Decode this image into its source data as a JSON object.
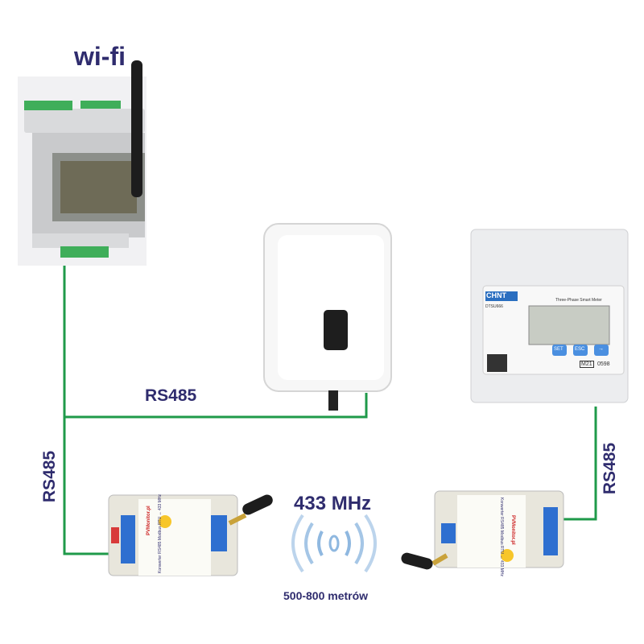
{
  "labels": {
    "wifi": "wi-fi",
    "rs485_inverter": "RS485",
    "rs485_left": "RS485",
    "rs485_right": "RS485",
    "frequency": "433 MHz",
    "range": "500-800 metrów"
  },
  "meter": {
    "brand": "CHNT",
    "model": "DTSU666",
    "title": "Three-Phase Smart Meter",
    "buttons": [
      "SET",
      "ESC",
      "→"
    ],
    "cert": "M21",
    "cert_no": "0598"
  },
  "modules": {
    "brand": "PVMonitor.pl",
    "desc": "Konwerter RS485 Modbus RTU ↔ 433 MHz"
  },
  "colors": {
    "line": "#1f9a4a",
    "text": "#2f2c6e"
  }
}
